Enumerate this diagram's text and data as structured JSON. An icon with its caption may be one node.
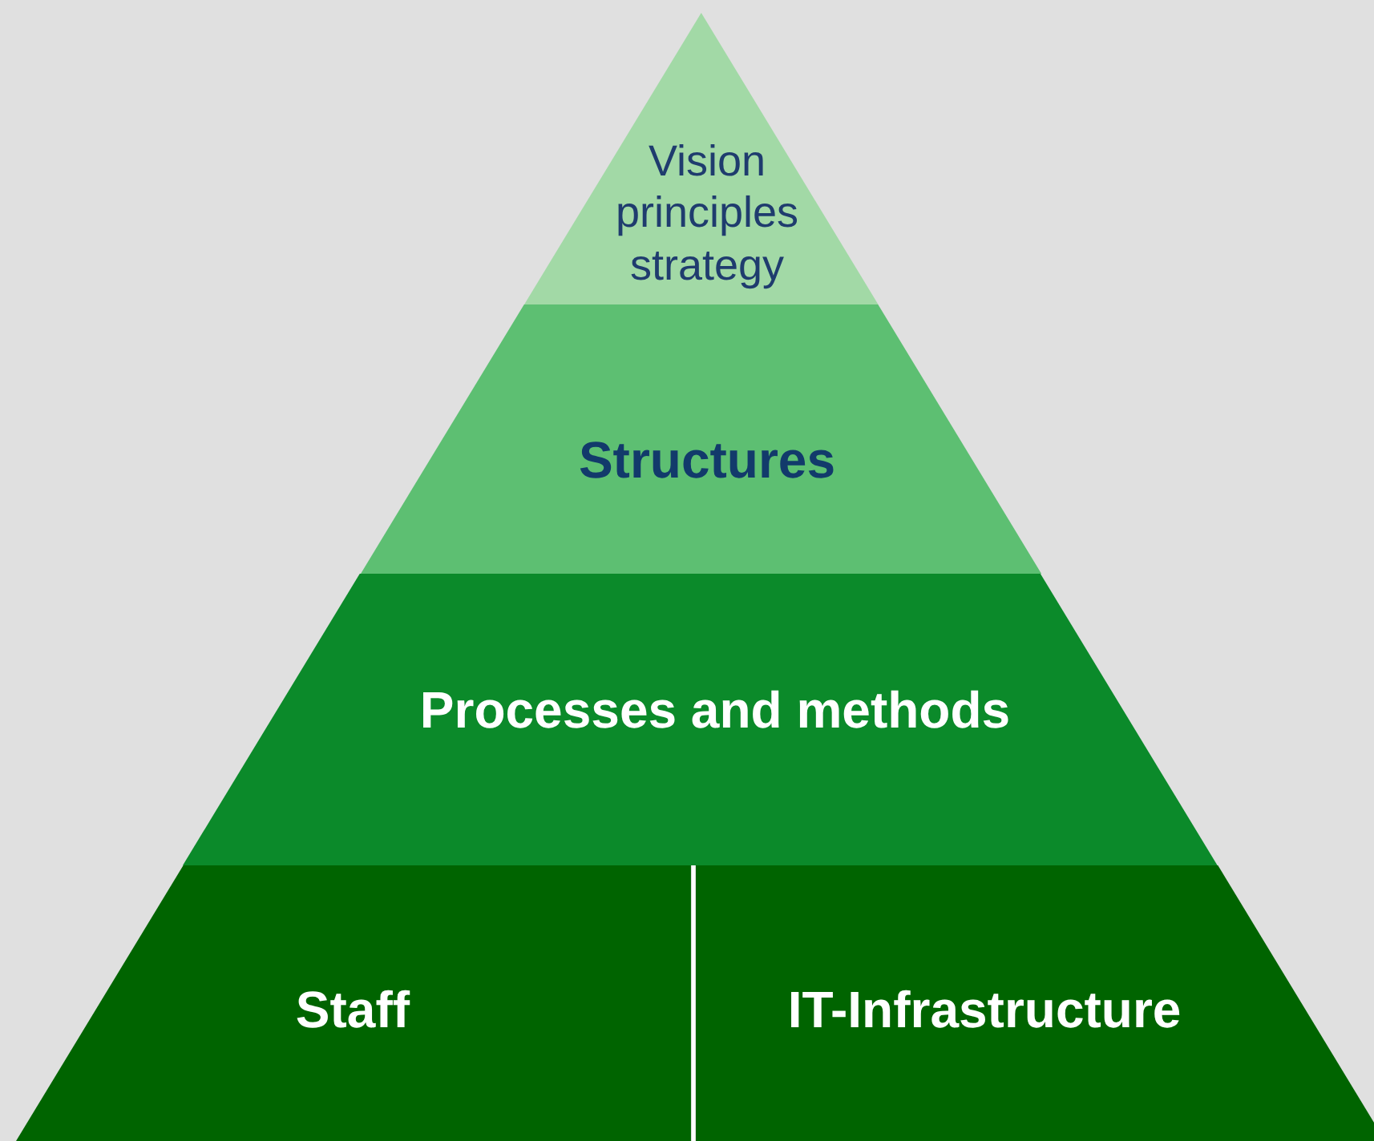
{
  "diagram": {
    "nodes": [
      {
        "text": [
          "Vision principles strategy"
        ]
      },
      {
        "text": [
          "Structures"
        ]
      },
      {
        "text": [
          "Processes and methods"
        ]
      },
      {
        "text": [
          "Staff"
        ]
      },
      {
        "text": [
          "IT-Infrastructure"
        ]
      }
    ]
  }
}
